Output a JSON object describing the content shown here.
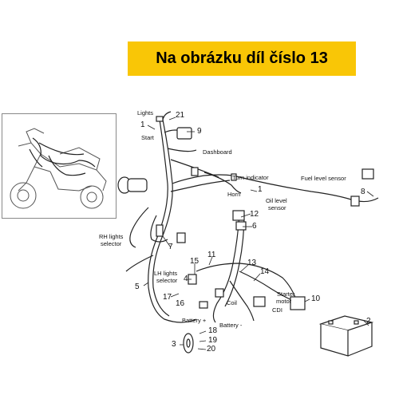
{
  "banner": {
    "text": "Na obrázku díl číslo 13",
    "color": "#f9c606"
  },
  "labels": {
    "lights": "Lights",
    "start": "Start",
    "dashboard": "Dashboard",
    "turn_indicator": "Turn indicator",
    "horn": "Horn",
    "fuel_level_sensor": "Fuel level sensor",
    "oil_level_sensor_1": "Oil level",
    "oil_level_sensor_2": "sensor",
    "rh_lights_selector_1": "RH lights",
    "rh_lights_selector_2": "selector",
    "lh_lights_selector_1": "LH lights",
    "lh_lights_selector_2": "selector",
    "starter_motor_1": "Starter",
    "starter_motor_2": "motor",
    "coil": "Coil",
    "cdi": "CDI",
    "battery_plus": "Battery +",
    "battery_minus": "Battery -"
  },
  "part_numbers": [
    "1",
    "2",
    "3",
    "4",
    "5",
    "6",
    "7",
    "8",
    "9",
    "10",
    "11",
    "12",
    "13",
    "14",
    "15",
    "16",
    "17",
    "18",
    "19",
    "20",
    "21"
  ]
}
